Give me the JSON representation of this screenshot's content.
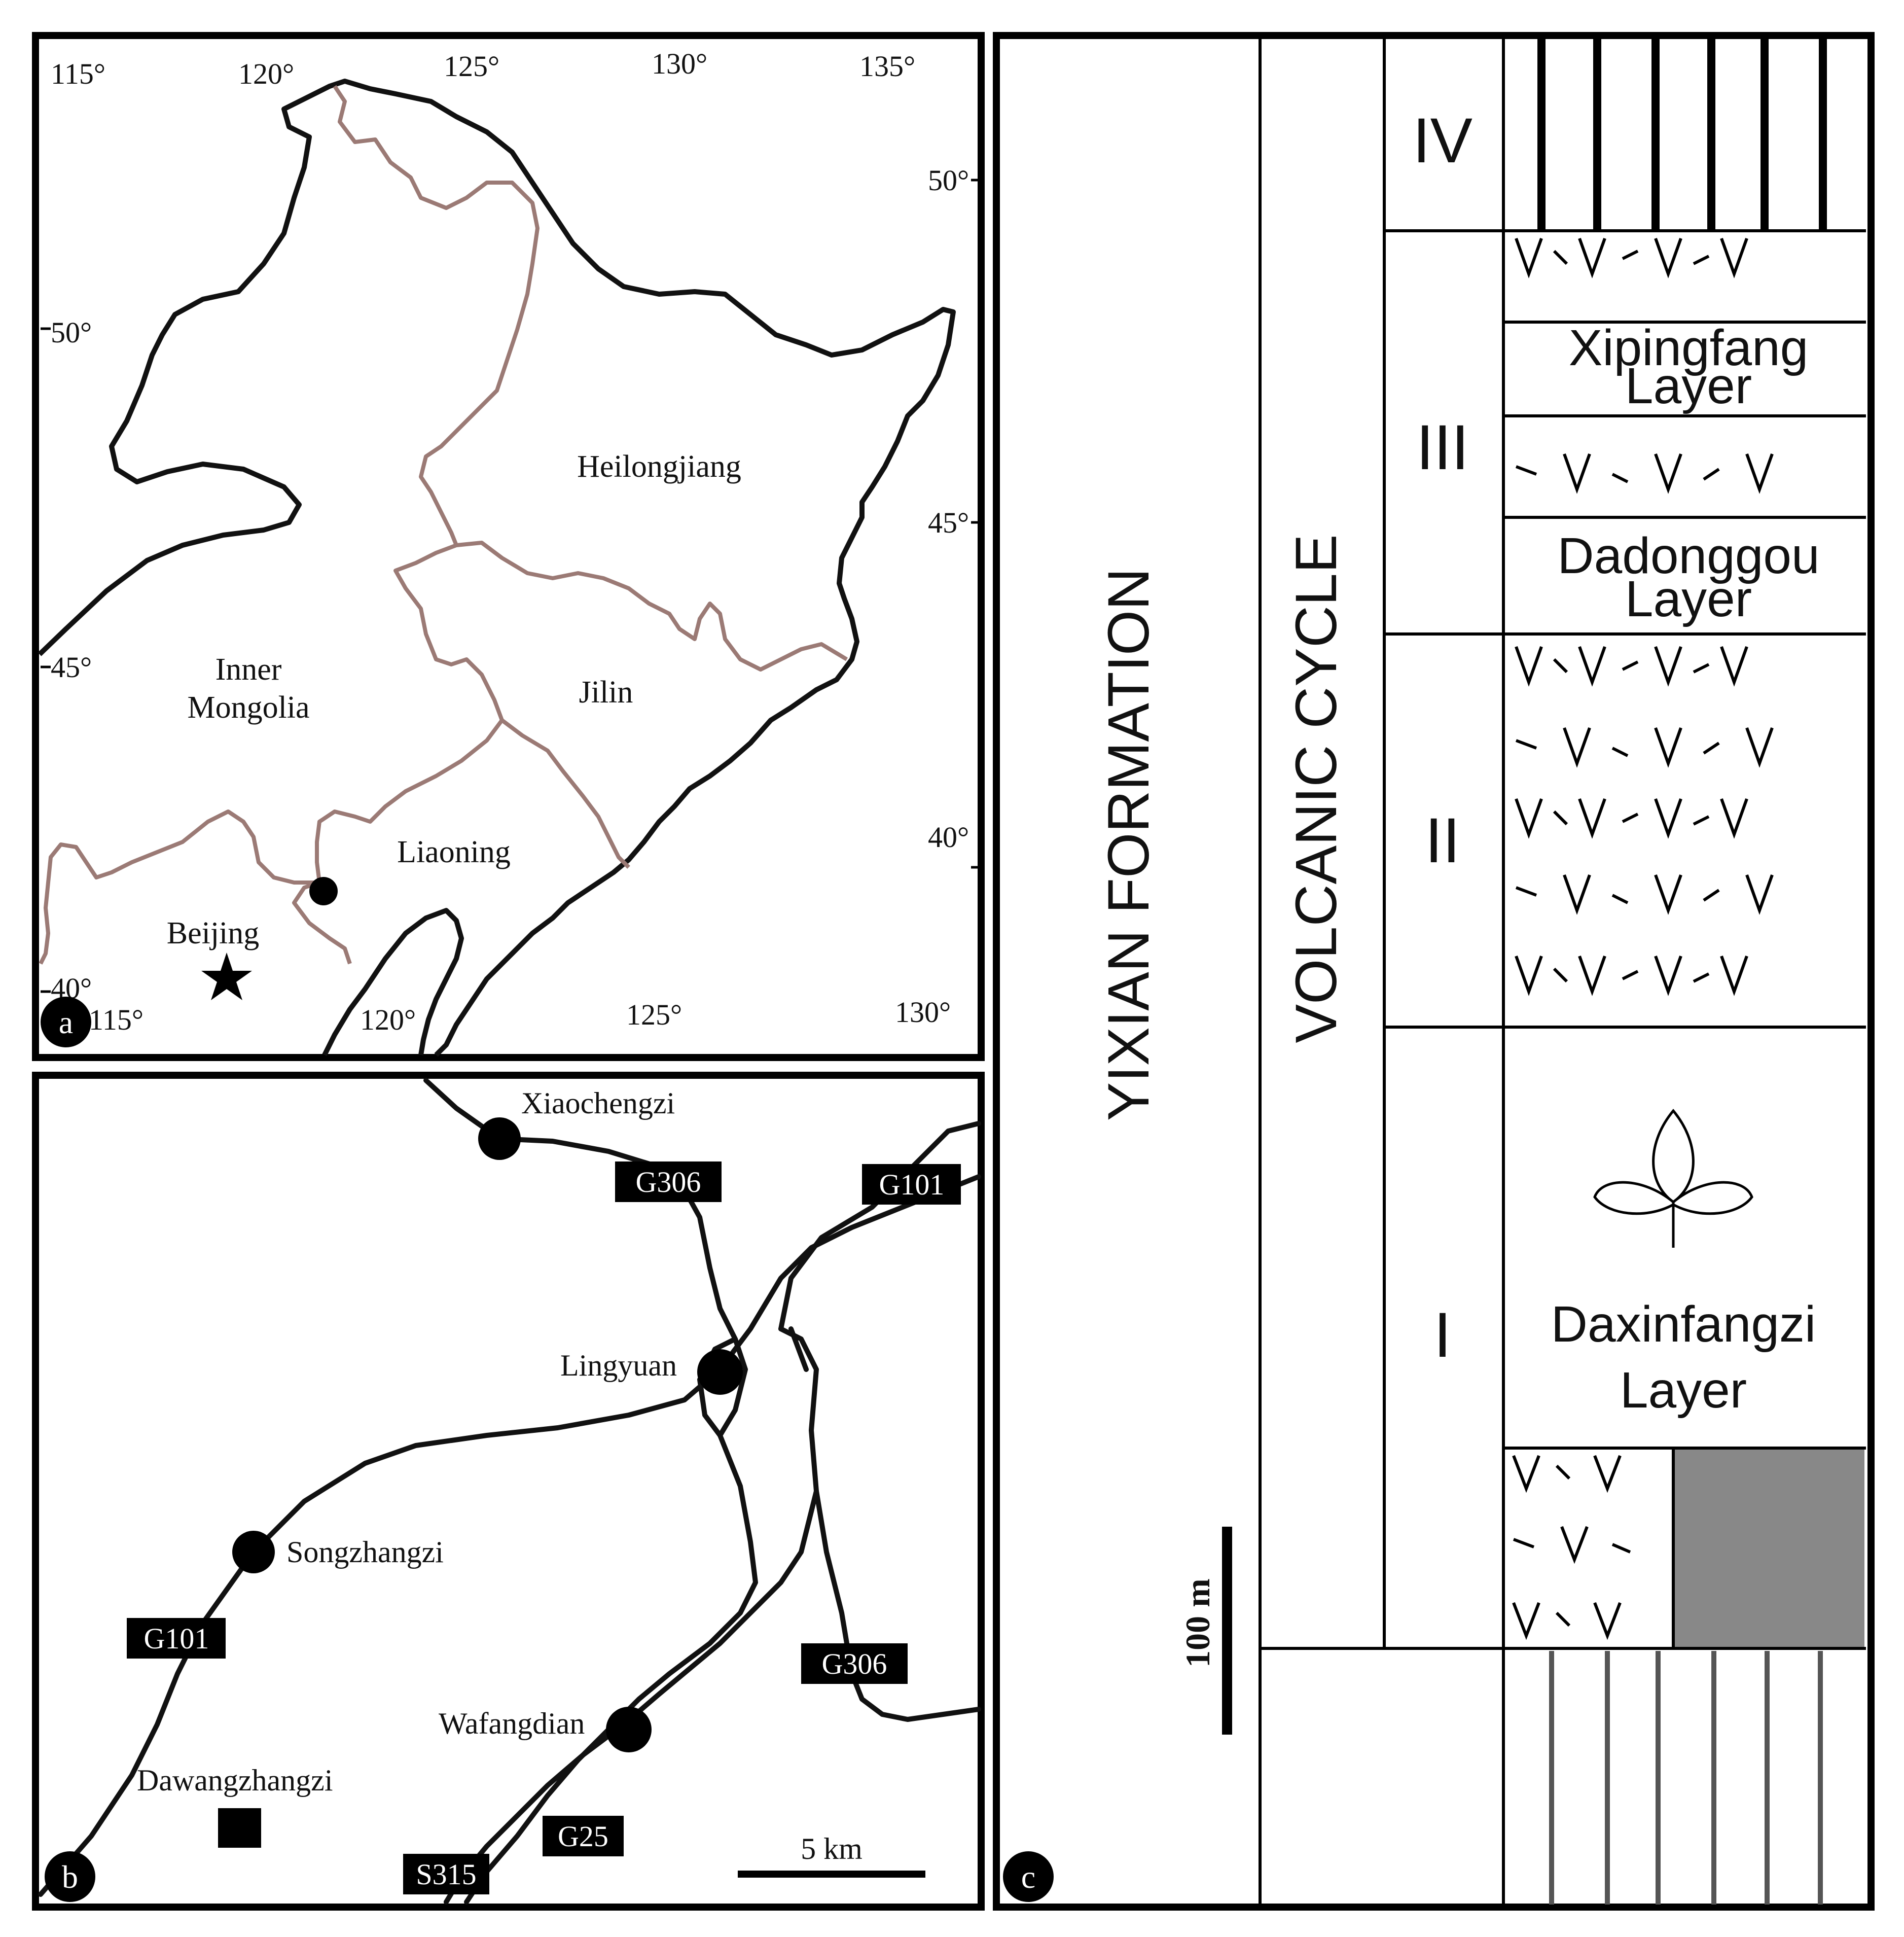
{
  "panel_a": {
    "label": "a",
    "top_ticks": [
      "115°",
      "120°",
      "125°",
      "130°",
      "135°"
    ],
    "bottom_ticks": [
      "115°",
      "120°",
      "125°",
      "130°"
    ],
    "left_ticks": [
      "50°",
      "45°",
      "40°"
    ],
    "right_ticks": [
      "50°",
      "45°",
      "40°"
    ],
    "regions": {
      "heilongjiang": "Heilongjiang",
      "inner_mongolia_1": "Inner",
      "inner_mongolia_2": "Mongolia",
      "jilin": "Jilin",
      "liaoning": "Liaoning",
      "beijing": "Beijing"
    }
  },
  "panel_b": {
    "label": "b",
    "places": {
      "xiaochengzi": "Xiaochengzi",
      "lingyuan": "Lingyuan",
      "songzhangzi": "Songzhangzi",
      "wafangdian": "Wafangdian",
      "dawangzhangzi": "Dawangzhangzi"
    },
    "roads": {
      "g306_top": "G306",
      "g101_right": "G101",
      "g101_left": "G101",
      "g306_bottom": "G306",
      "g25": "G25",
      "s315": "S315"
    },
    "scale": "5 km"
  },
  "panel_c": {
    "label": "c",
    "formation": "YIXIAN FORMATION",
    "cycle": "VOLCANIC CYCLE",
    "cycle_numbers": [
      "IV",
      "III",
      "II",
      "I"
    ],
    "layers": {
      "xipingfang_1": "Xipingfang",
      "xipingfang_2": "Layer",
      "dadonggou_1": "Dadonggou",
      "dadonggou_2": "Layer",
      "daxinfangzi_1": "Daxinfangzi",
      "daxinfangzi_2": "Layer"
    },
    "scale": "100 m",
    "colors": {
      "grey_block": "#888888"
    }
  },
  "colors": {
    "coast": "#111111",
    "province_border": "#9b7a75",
    "text": "#111111"
  }
}
